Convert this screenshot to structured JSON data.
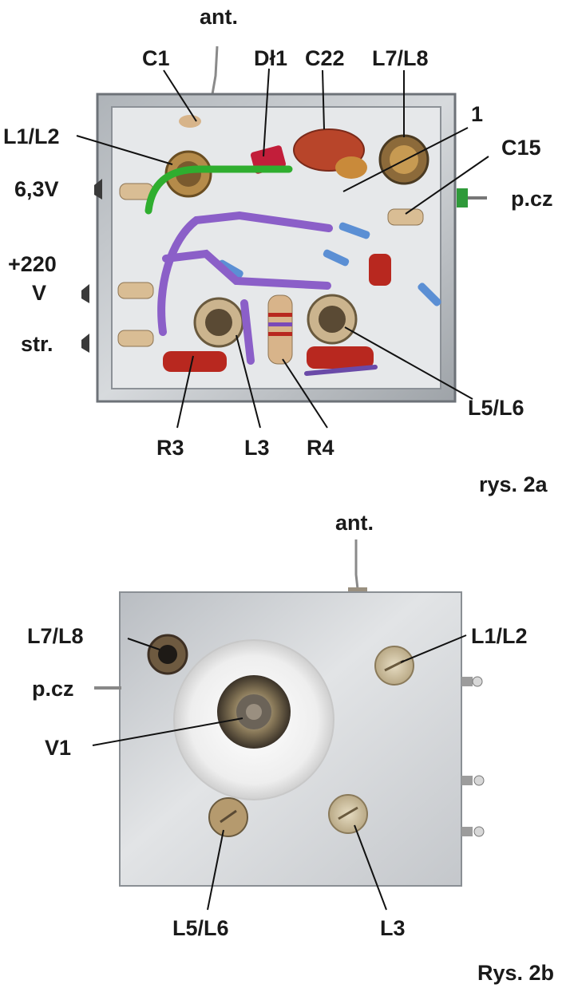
{
  "figure_a": {
    "caption": "rys. 2a",
    "labels": {
      "ant": "ant.",
      "c1": "C1",
      "dl1": "Dł1",
      "c22": "C22",
      "l7l8": "L7/L8",
      "one": "1",
      "l1l2": "L1/L2",
      "c15": "C15",
      "v63": "6,3V",
      "pcz": "p.cz",
      "v220_line1": "+220",
      "v220_line2": "V",
      "str": "str.",
      "r3": "R3",
      "l3": "L3",
      "r4": "R4",
      "l5l6": "L5/L6"
    }
  },
  "figure_b": {
    "caption": "Rys. 2b",
    "labels": {
      "ant": "ant.",
      "l7l8": "L7/L8",
      "l1l2": "L1/L2",
      "pcz": "p.cz",
      "v1": "V1",
      "l5l6": "L5/L6",
      "l3": "L3"
    }
  },
  "colors": {
    "chassis": "#c9ccd0",
    "chassis_inner": "#e4e6e8",
    "wire_purple": "#8b5fc8",
    "wire_green": "#2fae2f",
    "capacitor_red": "#b8281f",
    "resistor_beige": "#d8b48a",
    "tube_white": "#f4f4f4"
  }
}
